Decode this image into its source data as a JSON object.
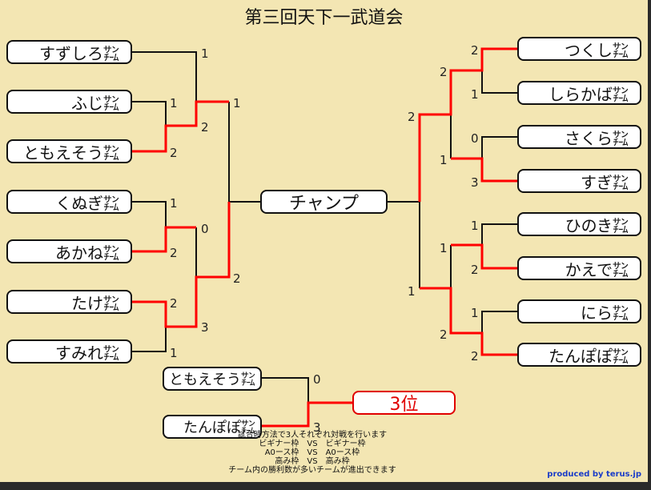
{
  "title": "第三回天下一武道会",
  "champion_label": "チャンプ",
  "third_label": "3位",
  "teams": {
    "suzushiro": "すずしろ㌠",
    "fuji": "ふじ㌠",
    "tomoesou": "ともえそう㌠",
    "kunugi": "くぬぎ㌠",
    "akane": "あかね㌠",
    "take": "たけ㌠",
    "sumire": "すみれ㌠",
    "tsukushi": "つくし㌠",
    "shirakaba": "しらかば㌠",
    "sakura": "さくら㌠",
    "sugi": "すぎ㌠",
    "hinoki": "ひのき㌠",
    "kaede": "かえで㌠",
    "nira": "にら㌠",
    "tanpopo": "たんぽぽ㌠"
  },
  "scores": {
    "l1": "1",
    "l2": "1",
    "l3": "2",
    "l4": "2",
    "l5": "1",
    "l6": "0",
    "l7": "2",
    "l8": "2",
    "l9": "3",
    "l10": "2",
    "l11": "1",
    "r1": "2",
    "r2": "1",
    "r3": "2",
    "r4": "0",
    "r5": "3",
    "r6": "1",
    "r7": "2",
    "r8": "1",
    "r9": "1",
    "r10": "2",
    "r11": "1",
    "r12": "2",
    "r13": "2",
    "t1": "0",
    "t2": "3"
  },
  "notes": [
    "試合時方法で3人それぞれ対戦を行います",
    "ビギナー枠　VS　ビギナー枠",
    "A0ース枠　VS　A0ース枠",
    "高み枠　VS　高み枠",
    "チーム内の勝利数が多いチームが進出できます"
  ],
  "credit": "produced by terus.jp",
  "colors": {
    "win_line": "#ff0000",
    "line": "#111111",
    "background": "#f3e6b3",
    "credit": "#1a3cc8"
  }
}
